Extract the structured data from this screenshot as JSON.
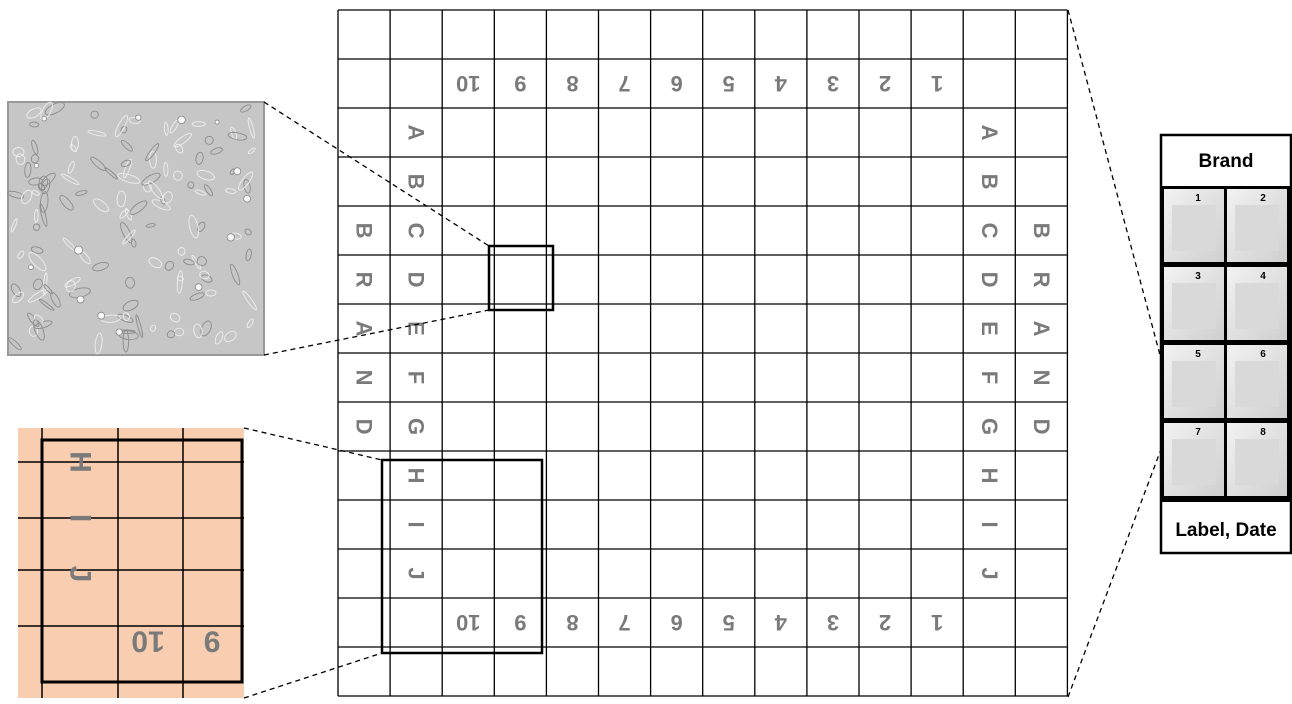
{
  "grid": {
    "number_labels": [
      "10",
      "9",
      "8",
      "7",
      "6",
      "5",
      "4",
      "3",
      "2",
      "1"
    ],
    "row_letters": [
      "A",
      "B",
      "C",
      "D",
      "E",
      "F",
      "G",
      "H",
      "I",
      "J"
    ],
    "side_word": [
      "B",
      "R",
      "A",
      "N",
      "D"
    ]
  },
  "zoom_detail": {
    "letters": [
      "H",
      "I",
      "J"
    ],
    "numbers": [
      "10",
      "9"
    ]
  },
  "slide": {
    "brand_label": "Brand",
    "bottom_label": "Label, Date",
    "wells": [
      "1",
      "2",
      "3",
      "4",
      "5",
      "6",
      "7",
      "8"
    ]
  },
  "colors": {
    "grid_line": "#000000",
    "grid_text": "#7a7a7a",
    "zoom_fill": "#f9cdb0",
    "micrograph_bg": "#c8c8c8",
    "well_fill": "#d9d9d9"
  }
}
